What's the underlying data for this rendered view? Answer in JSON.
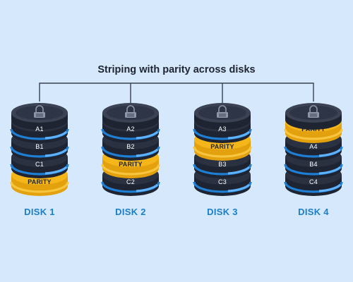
{
  "title": "Striping with parity across disks",
  "colors": {
    "background": "#d6e8fb",
    "disk_dark": "#2a3140",
    "disk_side": "#1e2431",
    "stripe_blue": "#1f7fd4",
    "parity_yellow": "#f5b61a",
    "connector": "#3a4150"
  },
  "disks": [
    {
      "label": "DISK 1",
      "layers": [
        "A1",
        "B1",
        "C1",
        "PARITY"
      ]
    },
    {
      "label": "DISK 2",
      "layers": [
        "A2",
        "B2",
        "PARITY",
        "C2"
      ]
    },
    {
      "label": "DISK 3",
      "layers": [
        "A3",
        "PARITY",
        "B3",
        "C3"
      ]
    },
    {
      "label": "DISK 4",
      "layers": [
        "PARITY",
        "A4",
        "B4",
        "C4"
      ]
    }
  ],
  "icons": {
    "top_of_stack": "database-lock-icon"
  }
}
